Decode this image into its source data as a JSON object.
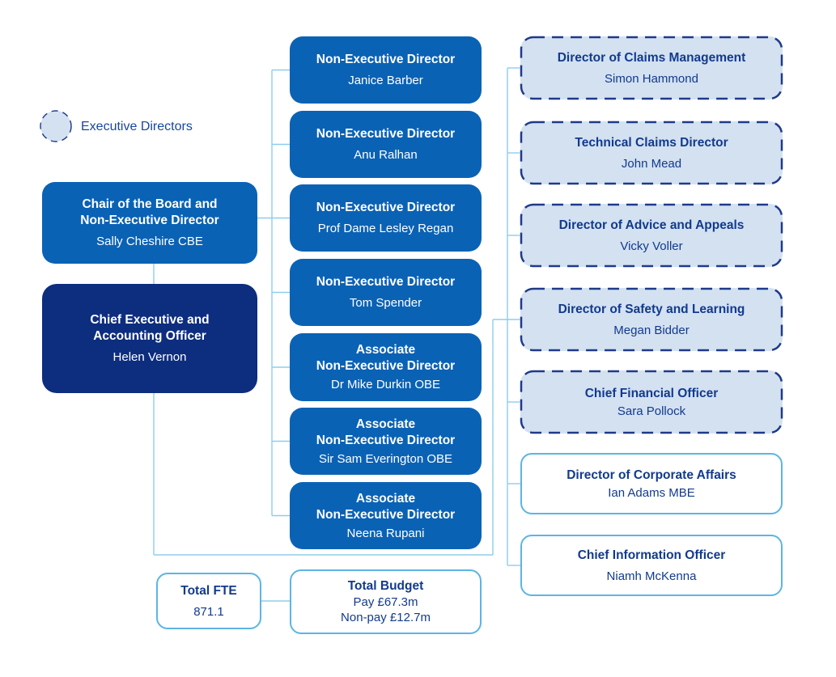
{
  "legend": {
    "label": "Executive Directors"
  },
  "chair": {
    "title": "Chair of the Board and\nNon-Executive Director",
    "name": "Sally Cheshire CBE"
  },
  "chief_executive": {
    "title": "Chief Executive and\nAccounting Officer",
    "name": "Helen Vernon"
  },
  "non_executive_directors": [
    {
      "title": "Non-Executive Director",
      "name": "Janice Barber"
    },
    {
      "title": "Non-Executive Director",
      "name": "Anu Ralhan"
    },
    {
      "title": "Non-Executive Director",
      "name": "Prof Dame Lesley Regan"
    },
    {
      "title": "Non-Executive Director",
      "name": "Tom Spender"
    },
    {
      "title": "Associate\nNon-Executive Director",
      "name": "Dr Mike Durkin OBE"
    },
    {
      "title": "Associate\nNon-Executive Director",
      "name": "Sir Sam Everington OBE"
    },
    {
      "title": "Associate\nNon-Executive Director",
      "name": "Neena Rupani"
    }
  ],
  "executive_directors": [
    {
      "title": "Director of Claims Management",
      "name": "Simon Hammond"
    },
    {
      "title": "Technical Claims Director",
      "name": "John Mead"
    },
    {
      "title": "Director of Advice and Appeals",
      "name": "Vicky Voller"
    },
    {
      "title": "Director of Safety and Learning",
      "name": "Megan Bidder"
    },
    {
      "title": "Chief Financial Officer",
      "name": "Sara Pollock"
    }
  ],
  "other_directors": [
    {
      "title": "Director of Corporate Affairs",
      "name": "Ian Adams MBE"
    },
    {
      "title": "Chief Information Officer",
      "name": "Niamh McKenna"
    }
  ],
  "totals": {
    "fte": {
      "title": "Total FTE",
      "value": "871.1"
    },
    "budget": {
      "title": "Total Budget",
      "details": "Pay £67.3m\nNon-pay £12.7m"
    }
  },
  "colors": {
    "primary_blue": "#0a62b5",
    "dark_navy": "#0d2d7f",
    "exec_fill_light_blue": "#d3e1f1",
    "exec_dashed_border_navy": "#1f3a8a",
    "navy_text": "#123a8d",
    "outline_border_light_blue": "#5cb5e5",
    "connector_light_blue": "#8ecdec"
  }
}
